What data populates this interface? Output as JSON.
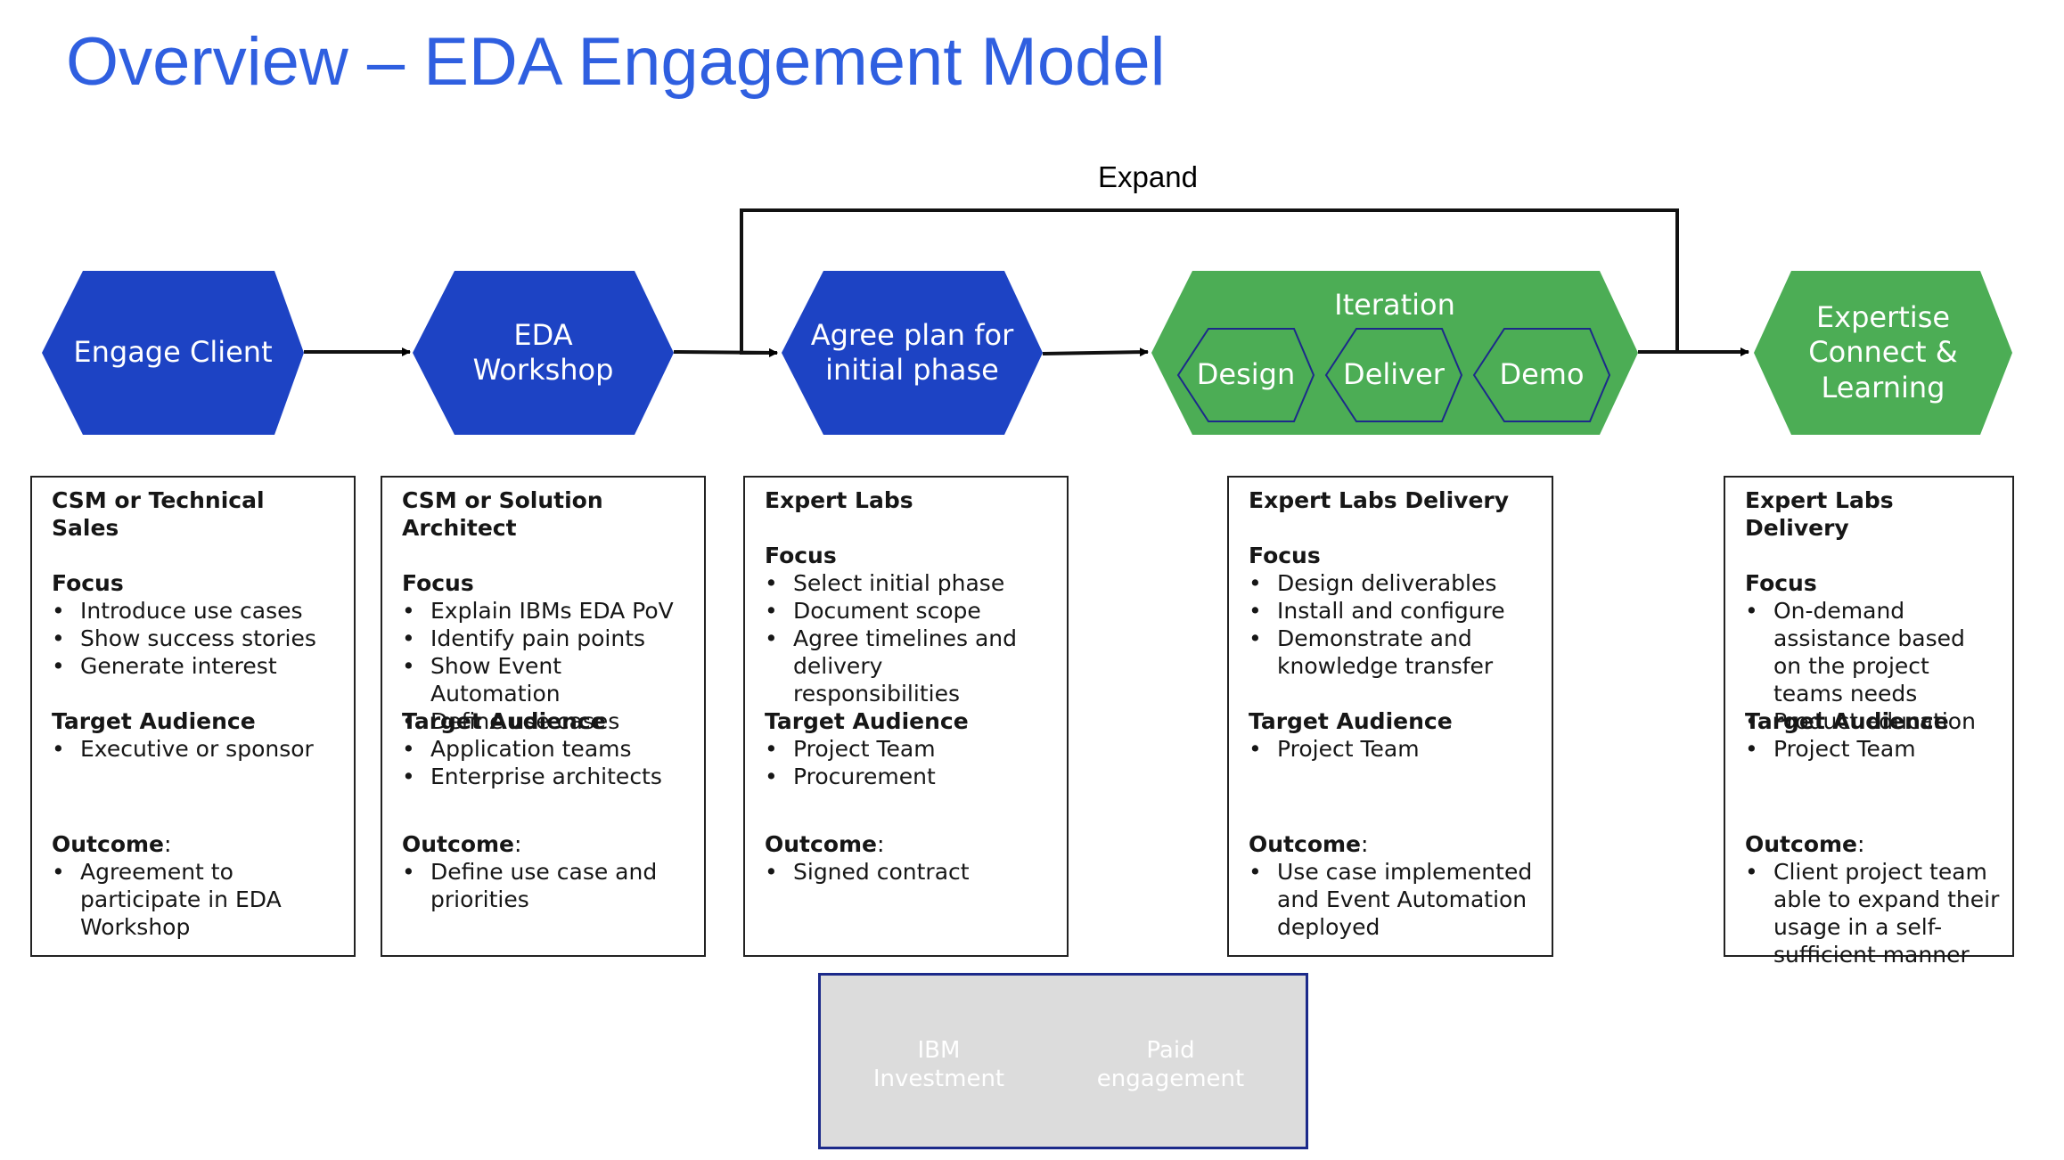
{
  "title": "Overview – EDA Engagement Model",
  "expand_label": "Expand",
  "colors": {
    "ibm_blue": "#1d43c4",
    "paid_green": "#4cad55",
    "title_blue": "#2f5fe0"
  },
  "stages": [
    {
      "label": "Engage Client",
      "type": "ibm-investment"
    },
    {
      "label": "EDA\nWorkshop",
      "type": "ibm-investment"
    },
    {
      "label": "Agree plan for\ninitial phase",
      "type": "paid-engagement"
    },
    {
      "label": "Iteration",
      "type": "paid-engagement",
      "sub_steps": [
        "Design",
        "Deliver",
        "Demo"
      ]
    },
    {
      "label": "Expertise\nConnect &\nLearning",
      "type": "paid-engagement"
    }
  ],
  "cards": [
    {
      "role": "CSM or Technical Sales",
      "focus_label": "Focus",
      "focus": [
        "Introduce use cases",
        "Show success stories",
        "Generate interest"
      ],
      "target_label": "Target Audience",
      "target": [
        "Executive or sponsor"
      ],
      "outcome_label": "Outcome",
      "outcome_colon": ":",
      "outcome": [
        "Agreement to participate in EDA Workshop"
      ]
    },
    {
      "role": "CSM or Solution Architect",
      "focus_label": "Focus",
      "focus": [
        "Explain IBMs EDA PoV",
        "Identify pain points",
        "Show Event Automation",
        "Define use cases"
      ],
      "target_label": "Target Audience",
      "target": [
        "Application teams",
        "Enterprise architects"
      ],
      "outcome_label": "Outcome",
      "outcome_colon": ":",
      "outcome": [
        "Define use case and priorities"
      ]
    },
    {
      "role": "Expert Labs",
      "focus_label": "Focus",
      "focus": [
        "Select initial phase",
        "Document scope",
        "Agree timelines and delivery responsibilities"
      ],
      "target_label": "Target Audience",
      "target": [
        "Project Team",
        "Procurement"
      ],
      "outcome_label": "Outcome",
      "outcome_colon": ":",
      "outcome": [
        "Signed contract"
      ]
    },
    {
      "role": "Expert Labs Delivery",
      "focus_label": "Focus",
      "focus": [
        "Design deliverables",
        "Install and configure",
        "Demonstrate and knowledge transfer"
      ],
      "target_label": "Target Audience",
      "target": [
        "Project Team"
      ],
      "outcome_label": "Outcome",
      "outcome_colon": ":",
      "outcome": [
        "Use case implemented and Event Automation deployed"
      ]
    },
    {
      "role": "Expert Labs Delivery",
      "focus_label": "Focus",
      "focus": [
        "On-demand assistance based on the project teams needs",
        "Product education"
      ],
      "target_label": "Target Audience",
      "target": [
        "Project Team"
      ],
      "outcome_label": "Outcome",
      "outcome_colon": ":",
      "outcome": [
        "Client project team able to expand their usage in a self-sufficient manner"
      ]
    }
  ],
  "legend": {
    "ibm": "IBM\nInvestment",
    "paid": "Paid\nengagement"
  }
}
